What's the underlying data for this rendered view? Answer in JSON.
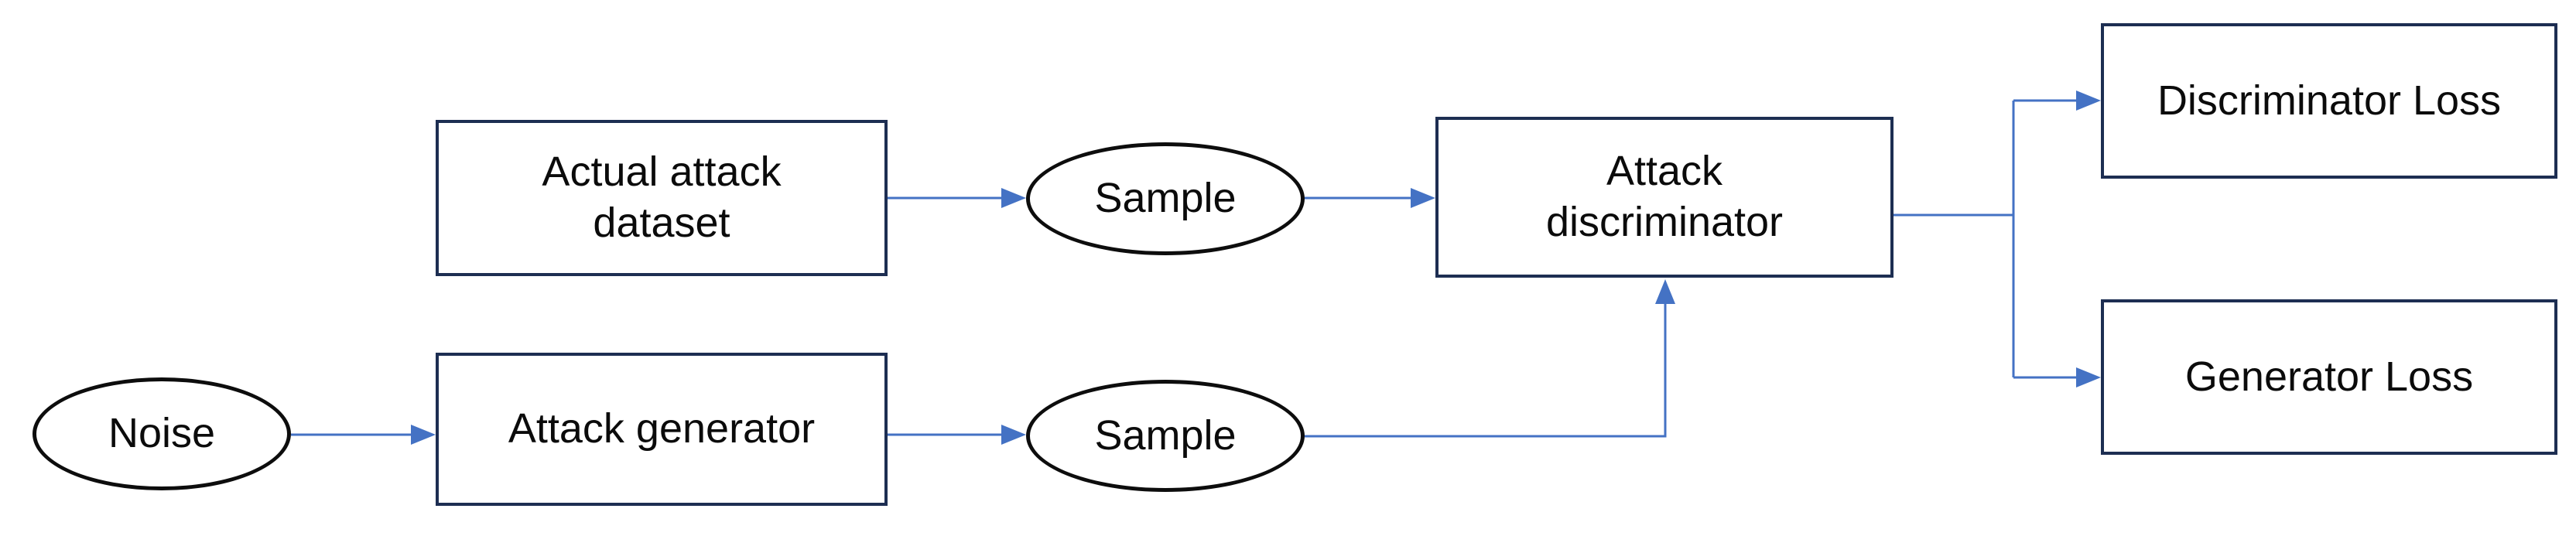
{
  "background": "#ffffff",
  "colors": {
    "box_border": "#1d2e52",
    "ellipse_border": "#0d0d0d",
    "connector": "#4472c4",
    "text": "#0b0b0b"
  },
  "nodes": {
    "noise": {
      "label": "Noise",
      "shape": "ellipse"
    },
    "actual_attack_dataset": {
      "label": "Actual attack dataset",
      "shape": "rectangle"
    },
    "attack_generator": {
      "label": "Attack generator",
      "shape": "rectangle"
    },
    "sample_real": {
      "label": "Sample",
      "shape": "ellipse"
    },
    "sample_generated": {
      "label": "Sample",
      "shape": "ellipse"
    },
    "attack_discriminator": {
      "label": "Attack discriminator",
      "shape": "rectangle"
    },
    "discriminator_loss": {
      "label": "Discriminator Loss",
      "shape": "rectangle"
    },
    "generator_loss": {
      "label": "Generator Loss",
      "shape": "rectangle"
    }
  },
  "edges": [
    {
      "from": "actual_attack_dataset",
      "to": "sample_real"
    },
    {
      "from": "sample_real",
      "to": "attack_discriminator"
    },
    {
      "from": "noise",
      "to": "attack_generator"
    },
    {
      "from": "attack_generator",
      "to": "sample_generated"
    },
    {
      "from": "sample_generated",
      "to": "attack_discriminator"
    },
    {
      "from": "attack_discriminator",
      "to": "discriminator_loss"
    },
    {
      "from": "attack_discriminator",
      "to": "generator_loss"
    }
  ]
}
